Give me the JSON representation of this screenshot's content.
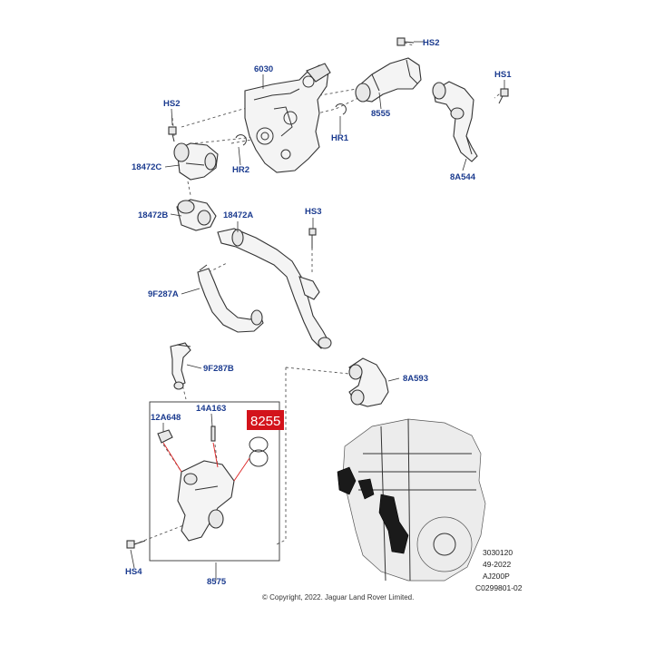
{
  "labels": {
    "hs2_top": "HS2",
    "hs1": "HS1",
    "p6030": "6030",
    "p8555": "8555",
    "hr1": "HR1",
    "hs2_left": "HS2",
    "p18472c": "18472C",
    "hr2": "HR2",
    "p8a544": "8A544",
    "p18472b": "18472B",
    "p18472a": "18472A",
    "hs3": "HS3",
    "p9f287a": "9F287A",
    "p9f287b": "9F287B",
    "p8a593": "8A593",
    "p14a163": "14A163",
    "p12a648": "12A648",
    "hs4": "HS4",
    "p8575": "8575"
  },
  "highlight": {
    "text": "8255",
    "color": "#d3131b"
  },
  "reference_codes": [
    "3030120",
    "49-2022",
    "AJ200P",
    "C0299801-02"
  ],
  "copyright": "© Copyright, 2022. Jaguar Land Rover Limited.",
  "colors": {
    "label": "#1b3b8f",
    "leader_red": "#dd2222"
  }
}
